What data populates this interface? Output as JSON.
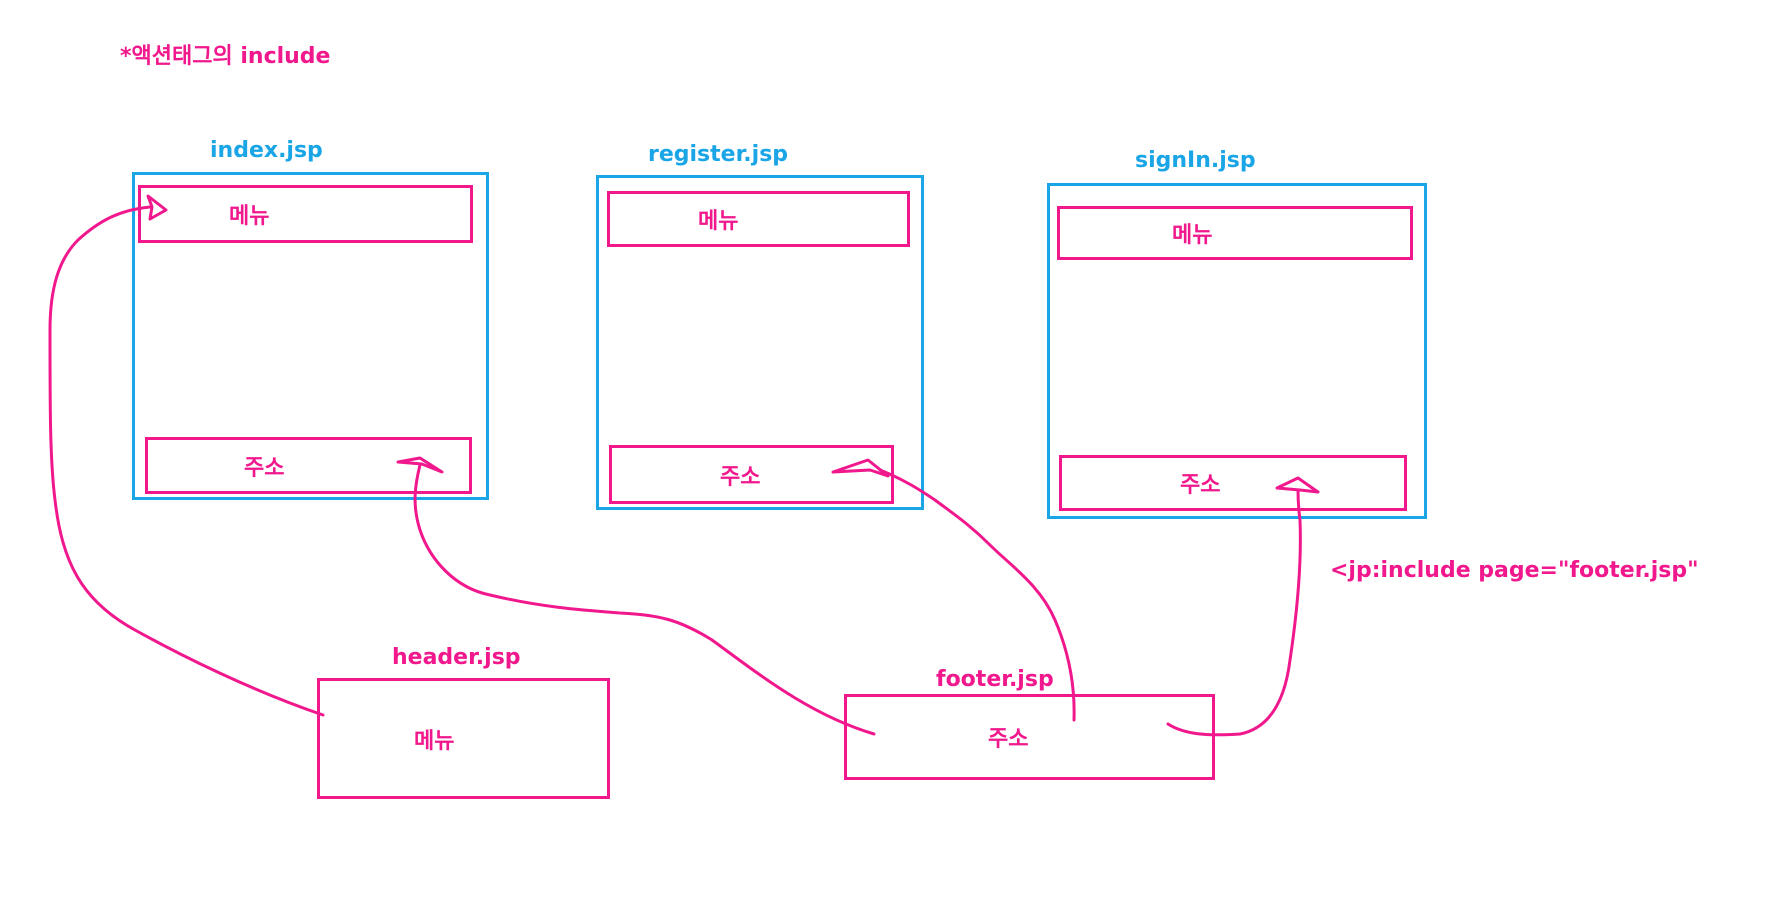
{
  "title": "*액션태그의 include",
  "pages": [
    {
      "file": "index.jsp",
      "menu": "메뉴",
      "address": "주소"
    },
    {
      "file": "register.jsp",
      "menu": "메뉴",
      "address": "주소"
    },
    {
      "file": "signIn.jsp",
      "menu": "메뉴",
      "address": "주소"
    }
  ],
  "header": {
    "file": "header.jsp",
    "content": "메뉴"
  },
  "footer": {
    "file": "footer.jsp",
    "content": "주소"
  },
  "note": "<jp:include page=\"footer.jsp\"",
  "colors": {
    "page_border": "#1aa6e6",
    "include_stroke": "#f0188c"
  }
}
